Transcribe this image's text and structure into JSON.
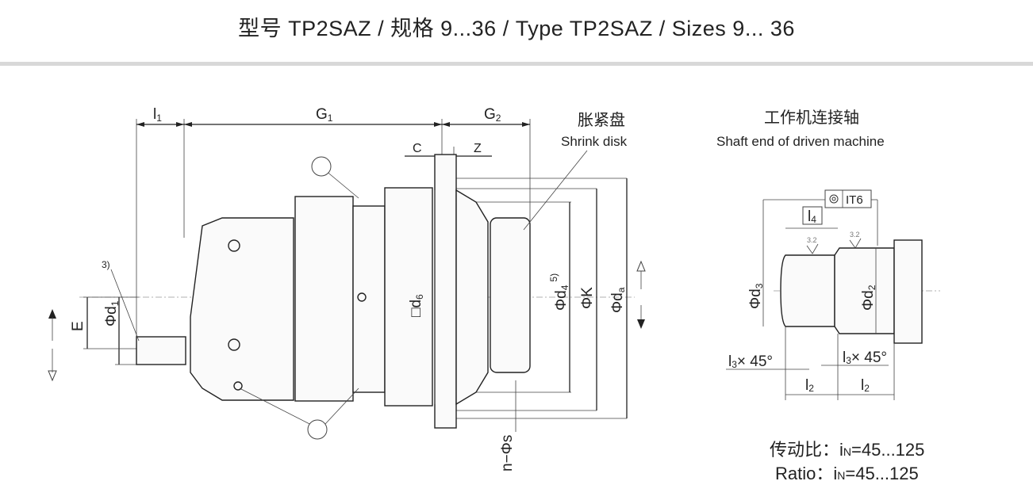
{
  "title": "型号 TP2SAZ  / 规格 9...36 / Type TP2SAZ / Sizes 9... 36",
  "main_view": {
    "dims": {
      "l1": {
        "main": "l",
        "sub": "1"
      },
      "G1": {
        "main": "G",
        "sub": "1"
      },
      "G2": {
        "main": "G",
        "sub": "2"
      },
      "C": "C",
      "Z": "Z",
      "d1": {
        "main": "Φd",
        "sub": "1"
      },
      "E": "E",
      "d6": {
        "main": "□d",
        "sub": "6"
      },
      "d4": {
        "main": "Φd",
        "sub": "4",
        "sup": "5)"
      },
      "K": "ΦK",
      "da": {
        "main": "Φd",
        "sub": "a"
      },
      "ns": "n−Φs",
      "note3": "3)"
    },
    "shrink_disk_cn": "胀紧盘",
    "shrink_disk_en": "Shrink disk"
  },
  "shaft_view": {
    "title_cn": "工作机连接轴",
    "title_en": "Shaft end of driven machine",
    "tolerance": "IT6",
    "roughness": "3.2",
    "l4": {
      "main": "l",
      "sub": "4"
    },
    "l2": {
      "main": "l",
      "sub": "2"
    },
    "l3": {
      "main": "l",
      "sub": "3",
      "suffix": "× 45°"
    },
    "d3": {
      "main": "Φd",
      "sub": "3"
    },
    "d2": {
      "main": "Φd",
      "sub": "2"
    }
  },
  "ratio": {
    "cn_label": "传动比：",
    "en_label": "Ratio：",
    "value_main": "i",
    "value_sub": "N",
    "value_range": "=45...125"
  }
}
